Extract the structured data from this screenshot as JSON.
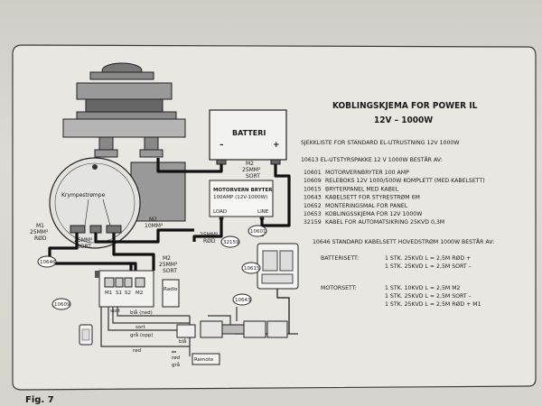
{
  "title": {
    "line1": "KOBLINGSKJEMA  FOR  POWER IL",
    "line2": "12V – 1000W"
  },
  "checklist": {
    "heading": "SJEKKLISTE FOR STANDARD EL-UTRUSTNING 12V 1000W",
    "kit_heading": "10613 EL-UTSTYRSPAKKE 12 V 1000W BESTÅR AV:",
    "items": [
      {
        "code": "10601",
        "desc": "MOTORVERNBRYTER 100 AMP"
      },
      {
        "code": "10609",
        "desc": "RELEBOKS 12V 1000/500W KOMPLETT (MED KABELSETT)"
      },
      {
        "code": "10615",
        "desc": "BRYTERPANEL MED KABEL"
      },
      {
        "code": "10643",
        "desc": "KABELSETT FOR STYRESTRØM 6M"
      },
      {
        "code": "10652",
        "desc": "MONTERINGSMAL FOR PANEL"
      },
      {
        "code": "10653",
        "desc": "KOBLINGSSKJEMA FOR 12V 1000W"
      },
      {
        "code": "32159",
        "desc": "KABEL FOR AUTOMATSIKRING 25KVD 0,3M"
      }
    ]
  },
  "main_cable": {
    "heading": "10646 STANDARD KABELSETT HOVEDSTRØM 1000W BESTÅR AV:",
    "battery_label": "BATTERISETT:",
    "battery_lines": [
      "1 STK. 25KVD L = 2,5M RØD +",
      "1 STK. 25KVD L = 2,5M SORT –"
    ],
    "motor_label": "MOTORSETT:",
    "motor_lines": [
      "1 STK. 10KVD L = 2,5M M2",
      "1 STK. 25KVD L = 2,5M SORT –",
      "1 STK. 25KVD L = 2,5M RØD + M1"
    ]
  },
  "diagram": {
    "battery_label": "BATTERI",
    "battery_minus": "–",
    "battery_plus": "+",
    "breaker_label": "MOTORVERN  BRYTER",
    "breaker_sub": "100AMP (12V-1000W)",
    "breaker_load": "LOAD",
    "breaker_line": "LINE",
    "motor_label": "Krympestrømpe",
    "wire_m2_top": {
      "a": "M2",
      "b": "25MM²",
      "c": "SORT"
    },
    "wire_m1": {
      "a": "M1",
      "b": "25MM²",
      "c": "RØD"
    },
    "wire_m2_mid": {
      "a": "M2",
      "b": "10MM²"
    },
    "wire_25_sort": {
      "a": "25MM²",
      "b": "SORT"
    },
    "wire_25_rod": {
      "a": "25MM²",
      "b": "RØD"
    },
    "wire_m2_bottom": {
      "a": "M2",
      "b": "25MM²",
      "c": "SORT"
    },
    "relay_terminals": [
      "M1",
      "S1",
      "S2",
      "M2"
    ],
    "relay_sort": "sort",
    "relay_fuse": "Radio",
    "ctrl_bla": "blå (ned)",
    "ctrl_sort": "sort",
    "ctrl_gra": "grå (opp)",
    "ctrl_rod": "rød",
    "ctrl_rod2": "rød",
    "ctrl_gra2": "grå",
    "ctrl_blue_small": "blå",
    "remote_label": "Remote",
    "refs": [
      "10601",
      "32159",
      "10646",
      "10609",
      "10615",
      "10643"
    ],
    "figure_label": "Fig. 7"
  }
}
